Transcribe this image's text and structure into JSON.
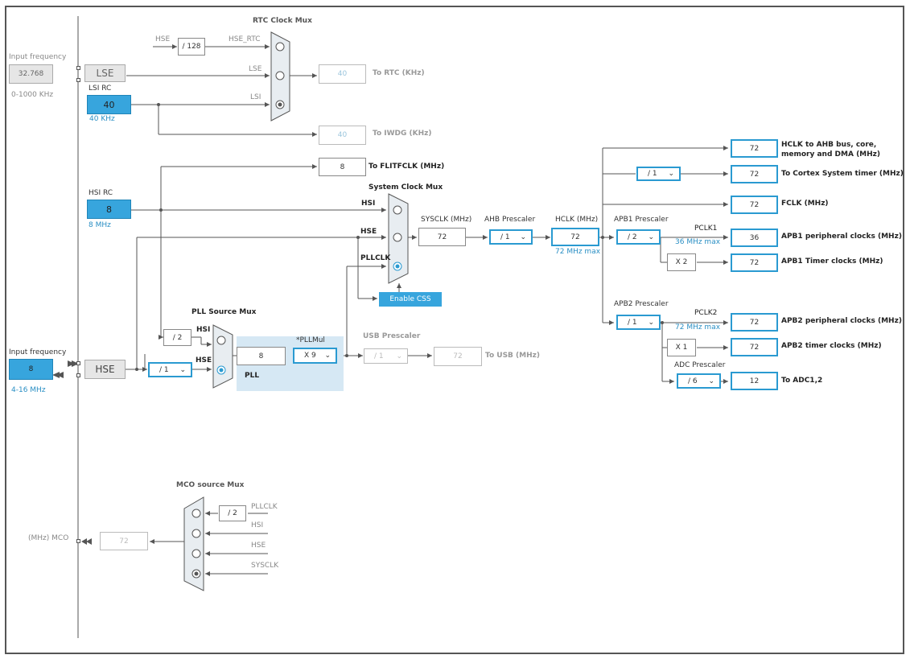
{
  "left": {
    "lse_input_label": "Input frequency",
    "lse_input_value": "32.768",
    "lse_range": "0-1000 KHz",
    "lse_block": "LSE",
    "lsi_title": "LSI RC",
    "lsi_value": "40",
    "lsi_freq": "40 KHz",
    "hsi_title": "HSI RC",
    "hsi_value": "8",
    "hsi_freq": "8 MHz",
    "hse_input_label": "Input frequency",
    "hse_input_value": "8",
    "hse_range": "4-16 MHz",
    "hse_block": "HSE",
    "mco_label": "(MHz) MCO",
    "mco_value": "72"
  },
  "rtc": {
    "title": "RTC Clock Mux",
    "hse_label": "HSE",
    "div128": "/ 128",
    "hse_rtc_label": "HSE_RTC",
    "lse_label": "LSE",
    "lsi_label": "LSI",
    "out_value": "40",
    "out_label": "To RTC (KHz)",
    "iwdg_value": "40",
    "iwdg_label": "To IWDG (KHz)",
    "flit_value": "8",
    "flit_label": "To FLITFCLK (MHz)"
  },
  "sysmux": {
    "title": "System Clock Mux",
    "hsi_label": "HSI",
    "hse_label": "HSE",
    "pllclk_label": "PLLCLK",
    "css_button": "Enable CSS",
    "sysclk_label": "SYSCLK (MHz)",
    "sysclk_value": "72",
    "ahb_label": "AHB Prescaler",
    "ahb_value": "/ 1",
    "hclk_label": "HCLK (MHz)",
    "hclk_value": "72",
    "hclk_max": "72 MHz max"
  },
  "pll": {
    "src_title": "PLL Source Mux",
    "div2": "/ 2",
    "hsi_label": "HSI",
    "hse_label": "HSE",
    "hse_div": "/ 1",
    "pll_in_value": "8",
    "pllmul_label": "*PLLMul",
    "pllmul_value": "X 9",
    "pll_label": "PLL",
    "usb_label": "USB Prescaler",
    "usb_div": "/ 1",
    "usb_value": "72",
    "usb_out_label": "To USB (MHz)"
  },
  "outputs": {
    "hclk_ahb_value": "72",
    "hclk_ahb_label_1": "HCLK to AHB bus, core,",
    "hclk_ahb_label_2": "memory and DMA (MHz)",
    "cortex_div": "/ 1",
    "cortex_value": "72",
    "cortex_label": "To Cortex System timer (MHz)",
    "fclk_value": "72",
    "fclk_label": "FCLK (MHz)",
    "apb1_title": "APB1 Prescaler",
    "apb1_div": "/ 2",
    "pclk1_label": "PCLK1",
    "pclk1_max": "36 MHz max",
    "apb1_periph_value": "36",
    "apb1_periph_label": "APB1 peripheral clocks (MHz)",
    "apb1_timer_mul": "X 2",
    "apb1_timer_value": "72",
    "apb1_timer_label": "APB1 Timer clocks (MHz)",
    "apb2_title": "APB2 Prescaler",
    "apb2_div": "/ 1",
    "pclk2_label": "PCLK2",
    "pclk2_max": "72 MHz max",
    "apb2_periph_value": "72",
    "apb2_periph_label": "APB2 peripheral clocks (MHz)",
    "apb2_timer_mul": "X 1",
    "apb2_timer_value": "72",
    "apb2_timer_label": "APB2 timer clocks (MHz)",
    "adc_title": "ADC Prescaler",
    "adc_div": "/ 6",
    "adc_value": "12",
    "adc_label": "To ADC1,2"
  },
  "mco": {
    "title": "MCO source Mux",
    "div2": "/ 2",
    "pllclk_label": "PLLCLK",
    "hsi_label": "HSI",
    "hse_label": "HSE",
    "sysclk_label": "SYSCLK"
  },
  "colors": {
    "accent": "#37a5dd",
    "accent_border": "#2a9ad1",
    "line": "#555555",
    "pll_area": "#d6e8f4"
  }
}
